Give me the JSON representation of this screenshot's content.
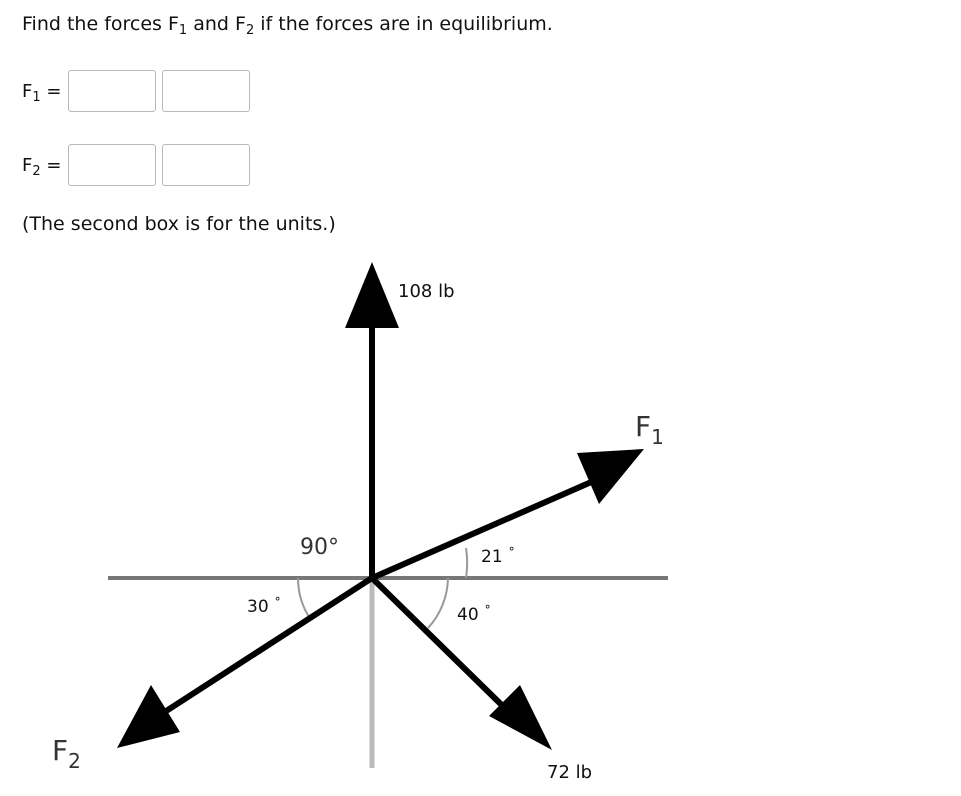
{
  "question": {
    "prefix": "Find the forces F",
    "sub1": "1",
    "middle": " and F",
    "sub2": "2",
    "suffix": " if the forces are in equilibrium."
  },
  "answers": [
    {
      "label": "F",
      "sub": "1",
      "eq": " =",
      "value": "",
      "unit": ""
    },
    {
      "label": "F",
      "sub": "2",
      "eq": " =",
      "value": "",
      "unit": ""
    }
  ],
  "note": "(The second box is for the units.)",
  "diagram": {
    "force_up": "108 lb",
    "force_down_right": "72 lb",
    "label_f1": "F",
    "label_f1_sub": "1",
    "label_f2": "F",
    "label_f2_sub": "2",
    "angle_right_angle": "90°",
    "angle_f1": "21",
    "angle_f1_deg": "°",
    "angle_f2": "30",
    "angle_f2_deg": "°",
    "angle_72": "40",
    "angle_72_deg": "°"
  }
}
